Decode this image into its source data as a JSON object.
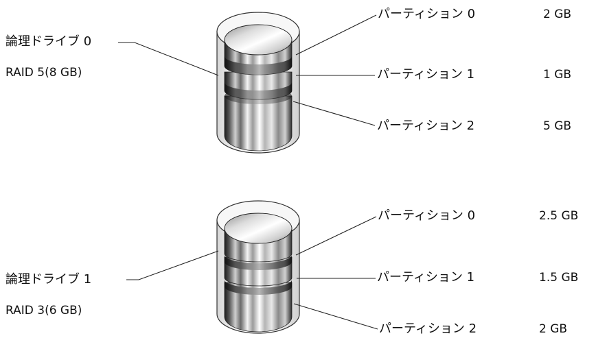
{
  "drives": [
    {
      "name": "論理ドライブ 0",
      "raid": "RAID 5(8 GB)",
      "partitions": [
        {
          "label": "パーティション 0",
          "size": "2 GB"
        },
        {
          "label": "パーティション 1",
          "size": "1 GB"
        },
        {
          "label": "パーティション 2",
          "size": "5 GB"
        }
      ]
    },
    {
      "name": "論理ドライブ 1",
      "raid": "RAID 3(6 GB)",
      "partitions": [
        {
          "label": "パーティション 0",
          "size": "2.5 GB"
        },
        {
          "label": "パーティション 1",
          "size": "1.5 GB"
        },
        {
          "label": "パーティション 2",
          "size": "2 GB"
        }
      ]
    }
  ]
}
